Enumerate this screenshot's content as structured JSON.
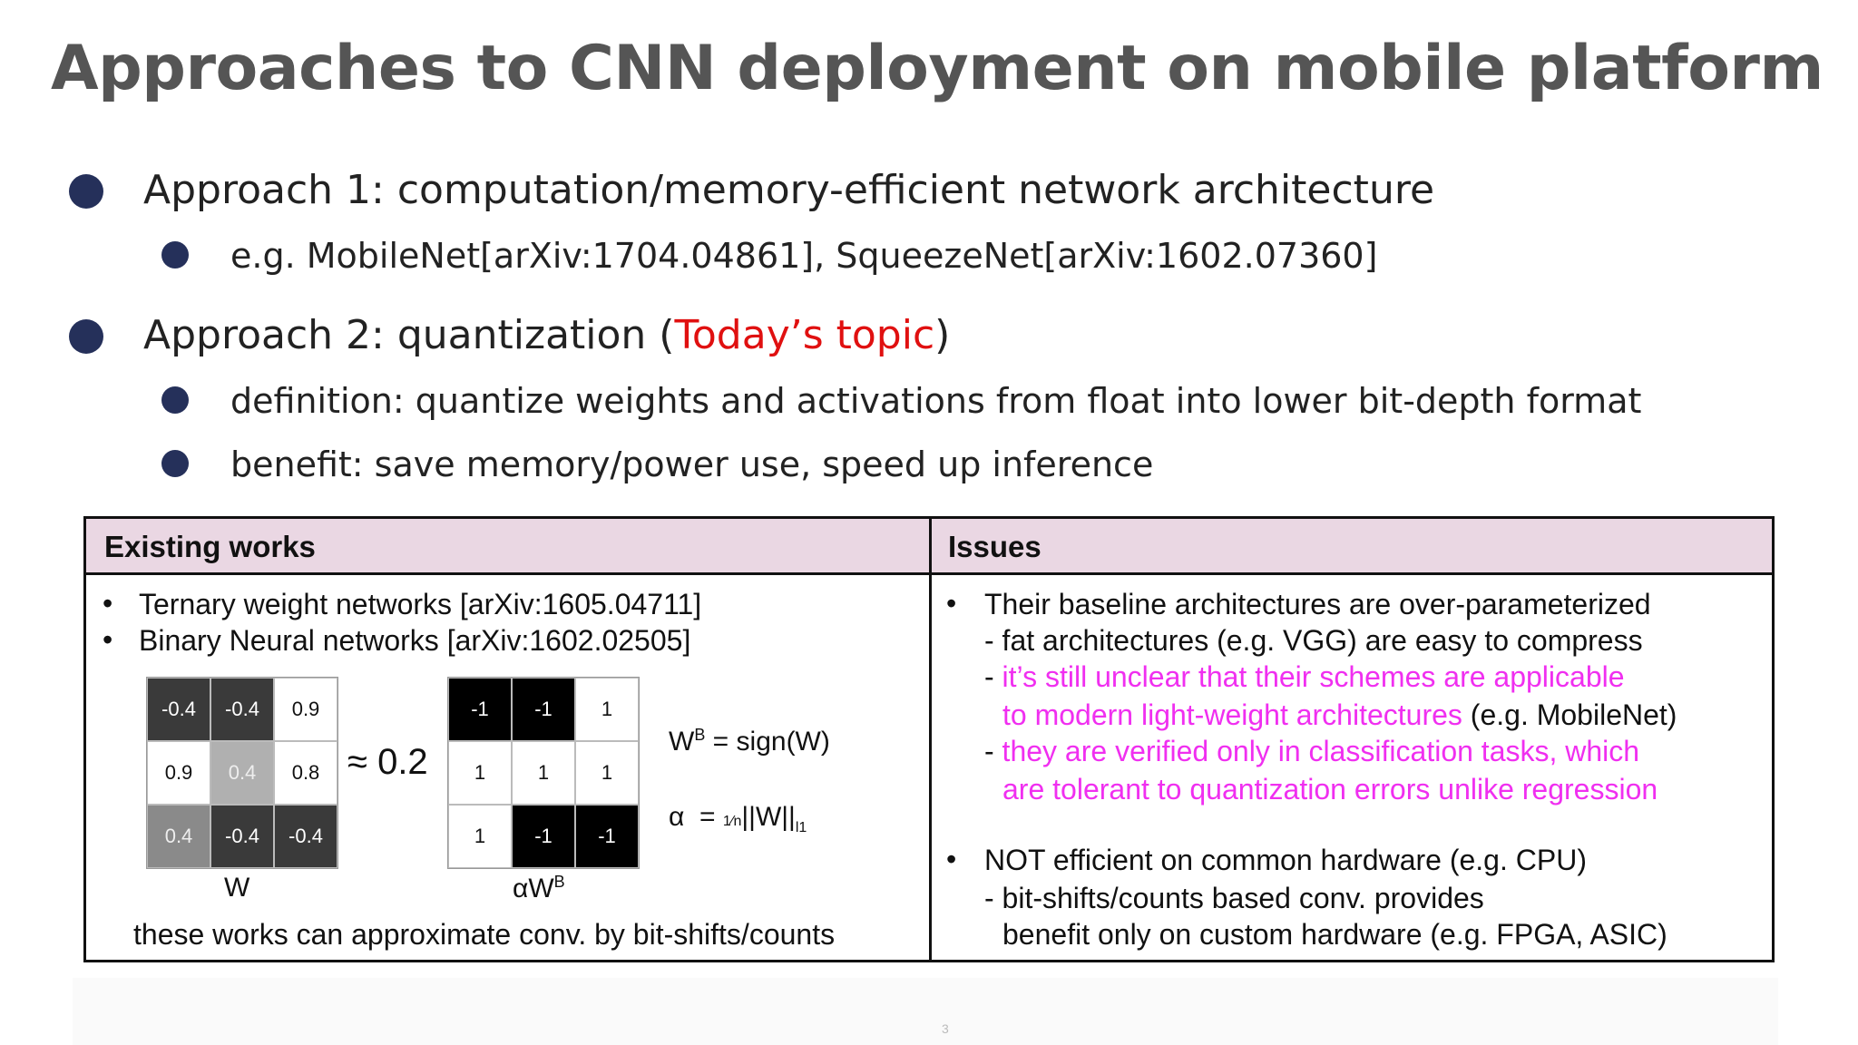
{
  "title": "Approaches to CNN deployment on mobile platform",
  "approach1": {
    "text": "Approach 1: computation/memory-efficient network architecture",
    "sub": "e.g. MobileNet[arXiv:1704.04861], SqueezeNet[arXiv:1602.07360]"
  },
  "approach2": {
    "text_before": "Approach 2: quantization (",
    "highlight": "Today’s topic",
    "text_after": ")",
    "definition": "definition: quantize weights and activations from float into lower bit-depth format",
    "benefit": "benefit: save memory/power use, speed up inference"
  },
  "table": {
    "headers": [
      "Existing works",
      "Issues"
    ],
    "existing": [
      "Ternary weight networks [arXiv:1605.04711]",
      "Binary Neural networks [arXiv:1602.02505]"
    ],
    "existing_caption": "these works can approximate conv. by bit-shifts/counts",
    "issues": {
      "point1": "Their baseline architectures are over-parameterized",
      "sub1": "- fat architectures (e.g. VGG) are easy to compress",
      "sub2_pink_a": "it’s still unclear that their schemes are applicable",
      "sub2_pink_b": "to modern light-weight architectures",
      "sub2_tail": "(e.g. MobileNet)",
      "sub3_pink_a": "they are verified only in classification tasks, which",
      "sub3_pink_b": "are tolerant to quantization errors unlike regression",
      "point2": "NOT efficient on common hardware (e.g. CPU)",
      "sub4_a": "- bit-shifts/counts based conv. provides",
      "sub4_b": "benefit only on custom hardware (e.g. FPGA, ASIC)"
    }
  },
  "figure": {
    "W": [
      [
        "-0.4",
        "-0.4",
        "0.9"
      ],
      [
        "0.9",
        "0.4",
        "0.8"
      ],
      [
        "0.4",
        "-0.4",
        "-0.4"
      ]
    ],
    "W_shades": [
      [
        "#3a3a3a",
        "#3a3a3a",
        "#ffffff"
      ],
      [
        "#ffffff",
        "#b0b0b0",
        "#ffffff"
      ],
      [
        "#8a8a8a",
        "#3a3a3a",
        "#3a3a3a"
      ]
    ],
    "WB": [
      [
        "-1",
        "-1",
        "1"
      ],
      [
        "1",
        "1",
        "1"
      ],
      [
        "1",
        "-1",
        "-1"
      ]
    ],
    "WB_shades": [
      [
        "#000000",
        "#000000",
        "#ffffff"
      ],
      [
        "#ffffff",
        "#ffffff",
        "#ffffff"
      ],
      [
        "#ffffff",
        "#000000",
        "#000000"
      ]
    ],
    "approx": "≈ 0.2",
    "label_W": "W",
    "label_aWB": "αW",
    "label_aWB_sup": "B",
    "eq1_left": "W",
    "eq1_sup": "B",
    "eq1_right": " = sign(W)",
    "eq2_alpha": "α",
    "eq2_eq": "=",
    "eq2_frac": "1⁄n",
    "eq2_norm": "||W||",
    "eq2_sub": "l1"
  },
  "page_number": "3"
}
